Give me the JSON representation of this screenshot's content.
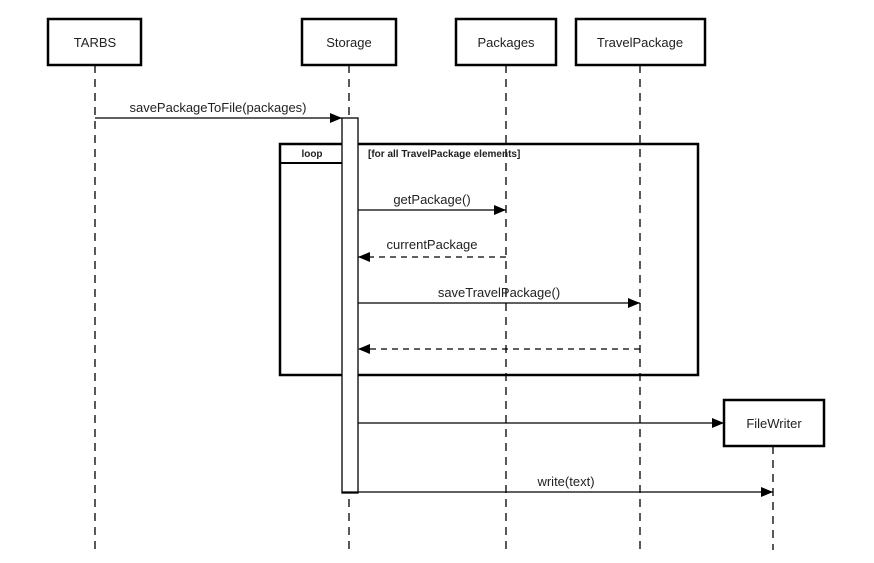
{
  "participants": [
    {
      "id": "tarbs",
      "label": "TARBS"
    },
    {
      "id": "storage",
      "label": "Storage"
    },
    {
      "id": "packages",
      "label": "Packages"
    },
    {
      "id": "travelpackage",
      "label": "TravelPackage"
    },
    {
      "id": "filewriter",
      "label": "FileWriter"
    }
  ],
  "loop": {
    "keyword": "loop",
    "guard": "[for all TravelPackage elements]"
  },
  "messages": [
    {
      "from": "tarbs",
      "to": "storage",
      "label": "savePackageToFile(packages)",
      "kind": "sync"
    },
    {
      "from": "storage",
      "to": "packages",
      "label": "getPackage()",
      "kind": "sync"
    },
    {
      "from": "packages",
      "to": "storage",
      "label": "currentPackage",
      "kind": "return"
    },
    {
      "from": "storage",
      "to": "travelpackage",
      "label": "saveTravelPackage()",
      "kind": "sync"
    },
    {
      "from": "travelpackage",
      "to": "storage",
      "label": "",
      "kind": "return"
    },
    {
      "from": "storage",
      "to": "filewriter",
      "label": "",
      "kind": "create"
    },
    {
      "from": "storage",
      "to": "filewriter",
      "label": "write(text)",
      "kind": "sync"
    }
  ]
}
